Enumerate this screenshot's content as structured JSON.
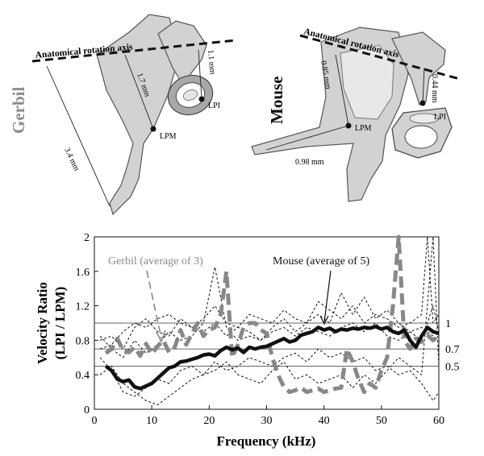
{
  "anatomy": {
    "gerbil": {
      "name": "Gerbil",
      "axis_label": "Anatomical rotation axis",
      "lpi_label": "LPI",
      "lpm_label": "LPM",
      "dim_long": "3.4 mm",
      "dim_mid": "1.7 mm",
      "dim_short": "1.1 mm"
    },
    "mouse": {
      "name": "Mouse",
      "axis_label": "Anatomical rotation axis",
      "lpi_label": "LPI",
      "lpm_label": "LPM",
      "dim_a": "0.85 mm",
      "dim_b": "0.44 mm",
      "dim_c": "0.98 mm"
    },
    "colors": {
      "gerbil_label": "#8c8c8c",
      "mouse_label": "#111111",
      "bone_fill": "#d2d2d2"
    }
  },
  "chart_data": {
    "type": "line",
    "xlabel": "Frequency (kHz)",
    "ylabel": "Velocity Ratio",
    "ylabel2": "(LPI / LPM)",
    "xlim": [
      0,
      60
    ],
    "ylim": [
      0,
      2
    ],
    "xticks": [
      "0",
      "10",
      "20",
      "30",
      "40",
      "50",
      "60"
    ],
    "yticks": [
      "0",
      "0.4",
      "0.8",
      "1.2",
      "1.6",
      "2"
    ],
    "ref_lines": [
      1,
      0.7,
      0.5
    ],
    "ref_labels": [
      "1",
      "0.7",
      "0.5"
    ],
    "annotations": {
      "gerbil": "Gerbil (average of 3)",
      "mouse": "Mouse (average of 5)"
    },
    "series": [
      {
        "name": "Mouse (average of 5)",
        "style": "thick-solid",
        "color": "#111111",
        "x": [
          2,
          3,
          4,
          5,
          6,
          7,
          8,
          9,
          10,
          11,
          12,
          13,
          14,
          15,
          16,
          17,
          18,
          19,
          20,
          21,
          22,
          23,
          24,
          25,
          26,
          27,
          28,
          29,
          30,
          31,
          32,
          33,
          34,
          35,
          36,
          37,
          38,
          39,
          40,
          41,
          42,
          43,
          44,
          45,
          46,
          47,
          48,
          49,
          50,
          51,
          52,
          53,
          54,
          55,
          56,
          57,
          58,
          59,
          60
        ],
        "y": [
          0.5,
          0.45,
          0.35,
          0.32,
          0.34,
          0.26,
          0.24,
          0.27,
          0.3,
          0.36,
          0.42,
          0.48,
          0.5,
          0.55,
          0.56,
          0.58,
          0.6,
          0.63,
          0.64,
          0.62,
          0.68,
          0.72,
          0.69,
          0.71,
          0.66,
          0.72,
          0.7,
          0.72,
          0.73,
          0.76,
          0.79,
          0.82,
          0.78,
          0.8,
          0.86,
          0.88,
          0.9,
          0.95,
          0.92,
          0.94,
          0.9,
          0.93,
          0.92,
          0.94,
          0.93,
          0.95,
          0.94,
          0.96,
          0.93,
          0.95,
          0.9,
          0.88,
          0.92,
          0.8,
          0.72,
          0.85,
          0.95,
          0.9,
          0.88
        ]
      },
      {
        "name": "Gerbil (average of 3)",
        "style": "thick-dashed",
        "color": "#888888",
        "x": [
          2,
          3,
          4,
          5,
          6,
          7,
          8,
          9,
          10,
          11,
          12,
          13,
          14,
          15,
          16,
          17,
          18,
          19,
          20,
          21,
          22,
          23,
          24,
          25,
          26,
          27,
          28,
          29,
          30,
          31,
          32,
          33,
          34,
          35,
          36,
          37,
          38,
          39,
          40,
          41,
          42,
          43,
          44,
          45,
          46,
          47,
          48,
          49,
          50,
          51,
          52,
          53,
          54,
          55,
          56,
          57,
          58,
          59,
          60
        ],
        "y": [
          0.65,
          0.7,
          0.82,
          0.68,
          0.66,
          0.72,
          0.62,
          0.76,
          0.64,
          0.73,
          0.8,
          0.66,
          0.72,
          0.92,
          0.75,
          0.88,
          1.0,
          0.85,
          0.92,
          0.95,
          1.1,
          1.6,
          0.6,
          0.75,
          0.95,
          1.0,
          1.0,
          0.92,
          0.88,
          0.6,
          0.4,
          0.26,
          0.2,
          0.22,
          0.25,
          0.2,
          0.22,
          0.24,
          0.2,
          0.22,
          0.24,
          0.25,
          0.7,
          0.55,
          0.35,
          0.2,
          0.3,
          0.25,
          0.45,
          0.6,
          1.2,
          2.0,
          0.8,
          0.7,
          0.82,
          0.78,
          0.86,
          0.8,
          0.85
        ]
      },
      {
        "name": "",
        "style": "thin-dashed",
        "color": "#111111",
        "x": [
          1,
          3,
          5,
          7,
          9,
          11,
          13,
          15,
          17,
          19,
          21,
          23,
          25,
          27,
          29,
          31,
          33,
          35,
          37,
          39,
          41,
          43,
          45,
          47,
          49,
          51,
          53,
          55,
          57,
          59,
          60
        ],
        "y": [
          0.85,
          0.7,
          0.6,
          0.8,
          0.65,
          0.75,
          0.9,
          0.8,
          0.85,
          1.0,
          1.65,
          0.95,
          0.8,
          0.85,
          0.8,
          0.95,
          1.05,
          0.9,
          1.0,
          1.1,
          1.0,
          1.35,
          1.1,
          1.3,
          1.05,
          1.15,
          1.0,
          0.9,
          0.8,
          1.2,
          0.9
        ]
      },
      {
        "name": "",
        "style": "thin-dashed",
        "color": "#111111",
        "x": [
          1,
          3,
          5,
          7,
          9,
          11,
          13,
          15,
          17,
          19,
          21,
          23,
          25,
          27,
          29,
          31,
          33,
          35,
          37,
          39,
          41,
          43,
          45,
          47,
          49,
          51,
          53,
          55,
          57,
          59,
          60
        ],
        "y": [
          0.4,
          0.5,
          0.3,
          0.2,
          0.1,
          0.05,
          0.15,
          0.25,
          0.35,
          0.4,
          0.55,
          0.45,
          0.5,
          0.6,
          0.55,
          0.5,
          0.6,
          0.65,
          0.55,
          0.7,
          0.6,
          0.65,
          0.55,
          0.6,
          0.45,
          0.5,
          0.4,
          0.45,
          0.3,
          0.1,
          0.2
        ]
      },
      {
        "name": "",
        "style": "thin-dashed",
        "color": "#111111",
        "x": [
          1,
          3,
          5,
          7,
          9,
          11,
          13,
          15,
          17,
          19,
          21,
          23,
          25,
          27,
          29,
          31,
          33,
          35,
          37,
          39,
          41,
          43,
          45,
          47,
          49,
          51,
          53,
          55,
          57,
          58,
          59,
          60
        ],
        "y": [
          0.7,
          0.75,
          0.9,
          1.0,
          0.95,
          1.05,
          1.1,
          1.0,
          0.95,
          1.05,
          1.2,
          1.0,
          0.95,
          1.1,
          1.05,
          1.0,
          1.15,
          1.05,
          1.0,
          1.25,
          1.15,
          1.05,
          1.2,
          1.0,
          1.1,
          1.05,
          0.95,
          1.0,
          1.1,
          2.0,
          1.0,
          1.1
        ]
      },
      {
        "name": "",
        "style": "thin-dashed",
        "color": "#111111",
        "x": [
          1,
          3,
          5,
          7,
          9,
          11,
          13,
          15,
          17,
          19,
          21,
          23,
          25,
          27,
          29,
          31,
          33,
          35,
          37,
          39,
          41,
          43,
          45,
          47,
          49,
          51,
          53,
          55,
          57,
          59,
          60
        ],
        "y": [
          0.6,
          0.45,
          0.2,
          0.15,
          0.25,
          0.35,
          0.3,
          0.45,
          0.5,
          0.4,
          0.45,
          0.55,
          0.4,
          0.35,
          0.3,
          0.45,
          0.55,
          0.35,
          0.4,
          0.3,
          0.35,
          0.4,
          0.25,
          0.4,
          0.3,
          0.45,
          0.6,
          0.5,
          0.4,
          2.0,
          0.5
        ]
      },
      {
        "name": "",
        "style": "thin-dashed",
        "color": "#111111",
        "x": [
          1,
          3,
          5,
          7,
          9,
          11,
          13,
          15,
          17,
          19,
          21,
          23,
          25,
          27,
          29,
          31,
          33,
          35,
          37,
          39,
          41,
          43,
          45,
          47,
          49,
          51,
          53,
          55,
          57,
          59,
          60
        ],
        "y": [
          0.8,
          0.85,
          0.7,
          0.95,
          1.05,
          0.9,
          0.85,
          1.05,
          0.95,
          0.9,
          1.0,
          0.85,
          0.95,
          0.9,
          0.8,
          0.9,
          0.95,
          0.85,
          0.95,
          0.9,
          0.85,
          0.95,
          1.0,
          0.9,
          1.0,
          0.85,
          0.8,
          0.9,
          0.95,
          0.85,
          0.8
        ]
      }
    ]
  }
}
